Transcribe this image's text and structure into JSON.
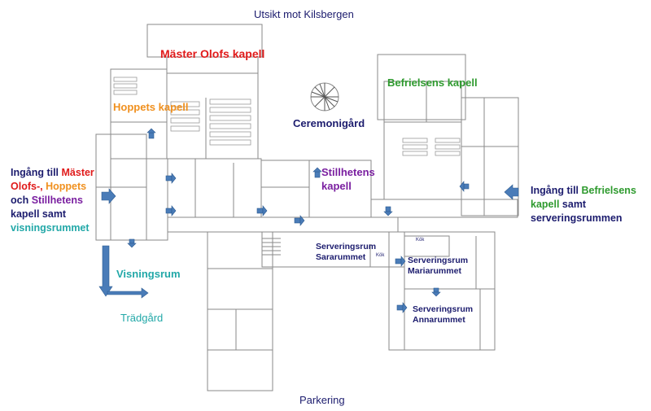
{
  "compass": {
    "north": "Utsikt mot Kilsbergen",
    "south": "Parkering",
    "west": "Trädgård"
  },
  "rooms": {
    "master_olofs": "Mäster Olofs kapell",
    "hoppets": "Hoppets kapell",
    "ceremonigard": "Ceremonigård",
    "befrielsens": "Befrielsens kapell",
    "stillhetens_1": "Stillhetens",
    "stillhetens_2": "kapell",
    "visningsrum": "Visningsrum",
    "sararummet_1": "Serveringsrum",
    "sararummet_2": "Sararummet",
    "mariarummet_1": "Serveringsrum",
    "mariarummet_2": "Mariarummet",
    "annarummet_1": "Serveringsrum",
    "annarummet_2": "Annarummet",
    "kok_1": "Kök",
    "kok_2": "Kök"
  },
  "entrance_west": {
    "l1a": "Ingång till ",
    "l1b": "Mäster",
    "l2a": "Olofs-, ",
    "l2b": "Hoppets",
    "l3a": "och ",
    "l3b": "Stillhetens",
    "l4": "kapell samt",
    "l5": "visningsrummet"
  },
  "entrance_east": {
    "l1a": "Ingång till ",
    "l1b": "Befrielsens",
    "l2a": "kapell",
    "l2b": " samt",
    "l3": "serveringsrummen"
  },
  "colors": {
    "navy": "#1c1c6e",
    "red": "#e01a1a",
    "orange": "#f0901e",
    "green": "#2e9a2e",
    "purple": "#7a1fa0",
    "teal": "#22a8a8",
    "arrow": "#4a7cb8"
  }
}
